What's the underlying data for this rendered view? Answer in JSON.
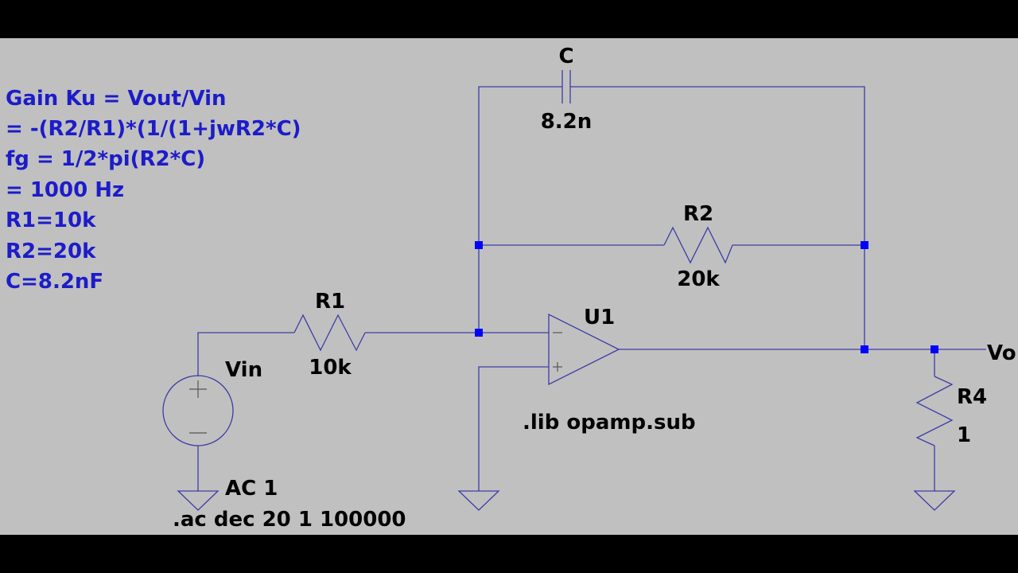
{
  "colors": {
    "background": "#c0c0c0",
    "wire": "#3c3ca8",
    "junction": "#0000ff",
    "comment_text": "#1c1cc8",
    "label_text": "#000000",
    "frame": "#000000"
  },
  "comment": {
    "lines": [
      "Gain Ku = Vout/Vin",
      "= -(R2/R1)*(1/(1+jwR2*C)",
      "fg = 1/2*pi(R2*C)",
      "= 1000 Hz",
      "R1=10k",
      "R2=20k",
      "C=8.2nF"
    ]
  },
  "components": {
    "c": {
      "name": "C",
      "value": "8.2n"
    },
    "r2": {
      "name": "R2",
      "value": "20k"
    },
    "r1": {
      "name": "R1",
      "value": "10k"
    },
    "u1": {
      "name": "U1",
      "directive": ".lib opamp.sub"
    },
    "vin": {
      "name": "Vin",
      "value": "AC 1"
    },
    "r4": {
      "name": "R4",
      "value": "1"
    }
  },
  "net_labels": {
    "output": "Vo"
  },
  "directives": {
    "analysis": ".ac dec 20 1 100000"
  }
}
